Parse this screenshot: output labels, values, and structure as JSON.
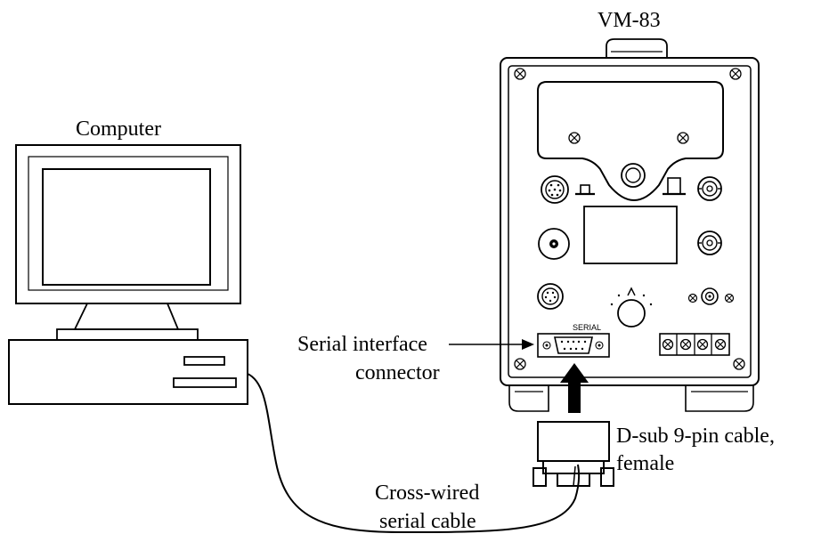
{
  "labels": {
    "device_name": "VM-83",
    "computer": "Computer",
    "serial_interface_line1": "Serial interface",
    "serial_interface_line2": "connector",
    "dsub_line1": "D-sub 9-pin cable,",
    "dsub_line2": "female",
    "cross_line1": "Cross-wired",
    "cross_line2": "serial cable",
    "serial_panel_label": "SERIAL"
  }
}
